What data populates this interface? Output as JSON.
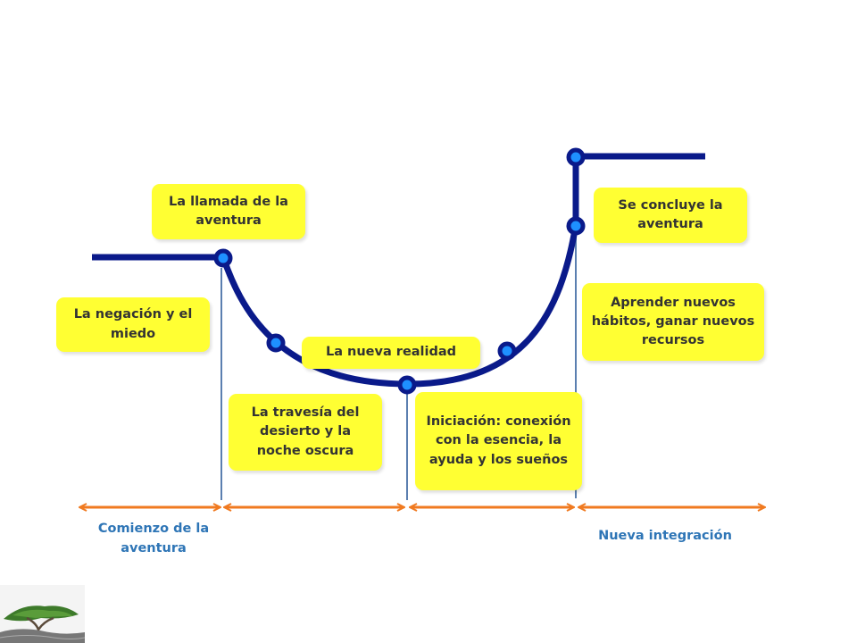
{
  "stages": {
    "call": "La llamada de la aventura",
    "denial": "La negación y el miedo",
    "new_reality": "La nueva realidad",
    "desert": "La travesía del desierto y la noche oscura",
    "initiation": "Iniciación: conexión con la esencia, la ayuda y los sueños",
    "conclusion": "Se concluye la aventura",
    "learn": "Aprender nuevos hábitos, ganar nuevos recursos"
  },
  "phases": {
    "start": "Comienzo de la aventura",
    "end": "Nueva integración"
  },
  "colors": {
    "curve": "#0a1a8a",
    "node_fill": "#1e90ff",
    "box": "#ffff33",
    "box_text": "#333333",
    "arrow": "#f07a20",
    "caption": "#2e75b6",
    "divider": "#5b7fb0"
  },
  "icons": {
    "logo": "tree-logo-icon"
  }
}
